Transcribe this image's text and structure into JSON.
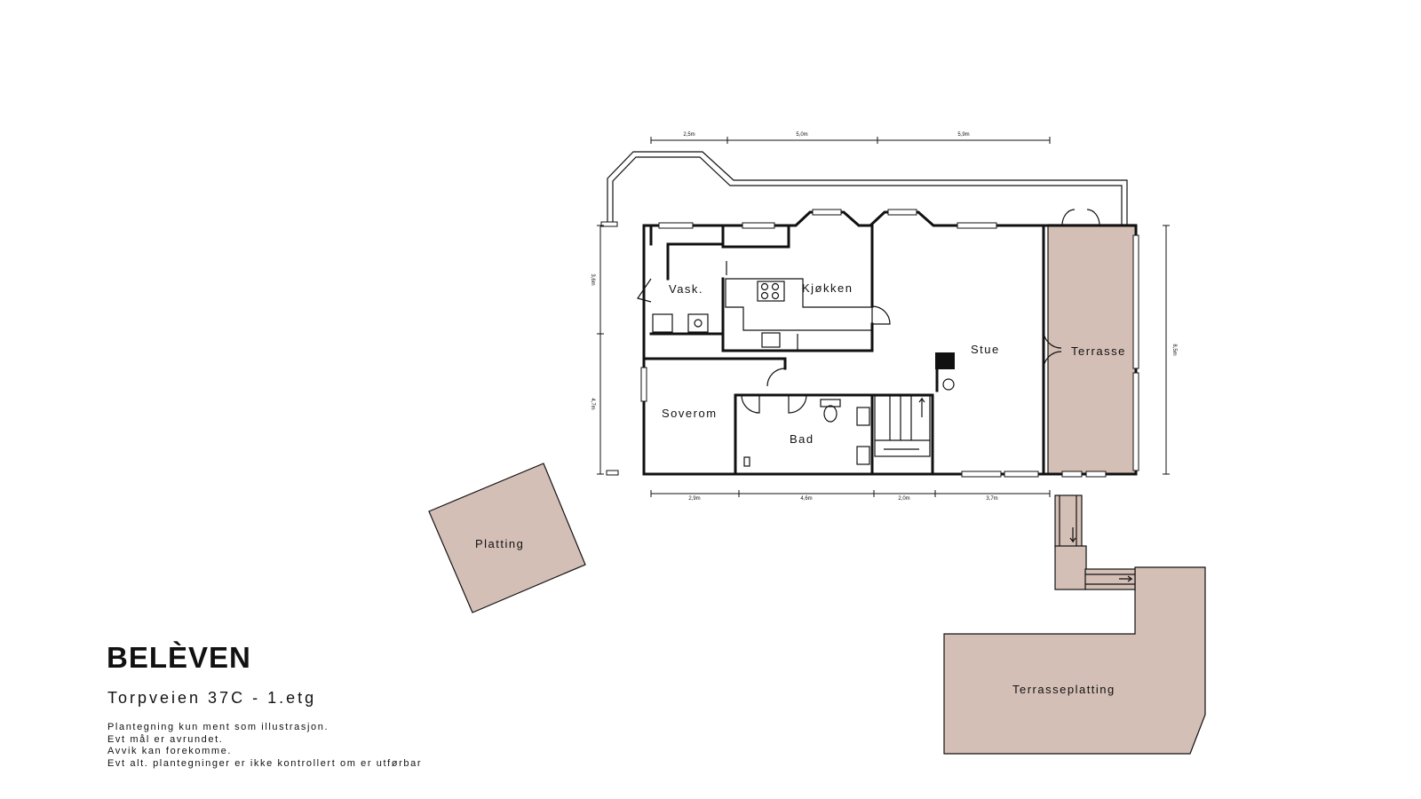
{
  "brand": {
    "name": "BELÈVEN"
  },
  "address": "Torpveien 37C - 1.etg",
  "disclaimer": [
    "Plantegning kun ment som illustrasjon.",
    "Evt mål er avrundet.",
    "Avvik kan forekomme.",
    "Evt alt. plantegninger er ikke kontrollert om er utførbar"
  ],
  "rooms": {
    "vask": "Vask.",
    "kjokken": "Kjøkken",
    "stue": "Stue",
    "terrasse": "Terrasse",
    "soverom": "Soverom",
    "bad": "Bad",
    "platting": "Platting",
    "terrasseplatting": "Terrasseplatting"
  },
  "dimensions": {
    "top": [
      "2,5m",
      "5,0m",
      "5,9m"
    ],
    "bottom": [
      "2,9m",
      "4,6m",
      "2,0m",
      "3,7m"
    ],
    "left": [
      "3,6m",
      "4,7m"
    ],
    "right": [
      "8,5m"
    ]
  },
  "colors": {
    "deck_fill": "#d4bfb6",
    "line": "#111111"
  }
}
